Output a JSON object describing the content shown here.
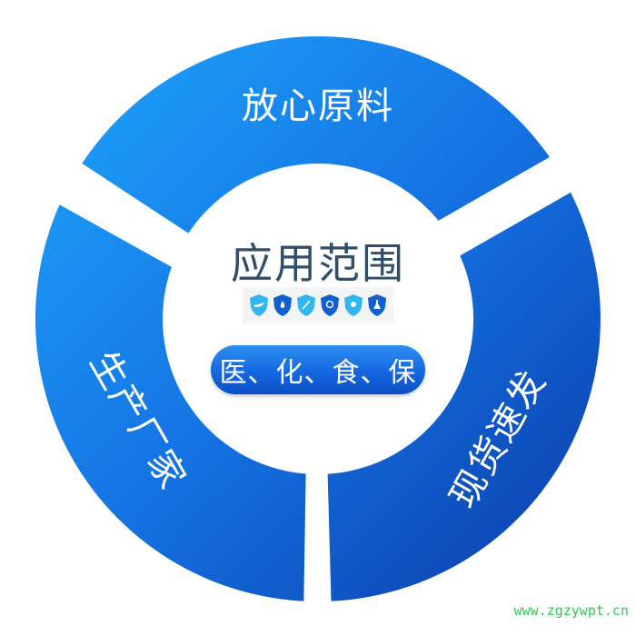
{
  "diagram": {
    "type": "segmented-ring",
    "center": {
      "title": "应用范围",
      "icons": [
        "boat-shield-icon",
        "drop-shield-icon",
        "pen-shield-icon",
        "gear-shield-icon",
        "virus-shield-icon",
        "flask-shield-icon"
      ],
      "pill_label": "医、化、食、保"
    },
    "segments": [
      {
        "label": "放心原料",
        "position": "top"
      },
      {
        "label": "生产厂家",
        "position": "left"
      },
      {
        "label": "现货速发",
        "position": "right"
      }
    ],
    "colors": {
      "ring_light": "#1a9af5",
      "ring_dark": "#0a3fb0",
      "center_title": "#2e4e6b",
      "icon_light": "#33b5f0",
      "icon_dark": "#1260d0",
      "watermark": "#2ecc55"
    }
  },
  "watermark": "www.zgzywpt.cn"
}
